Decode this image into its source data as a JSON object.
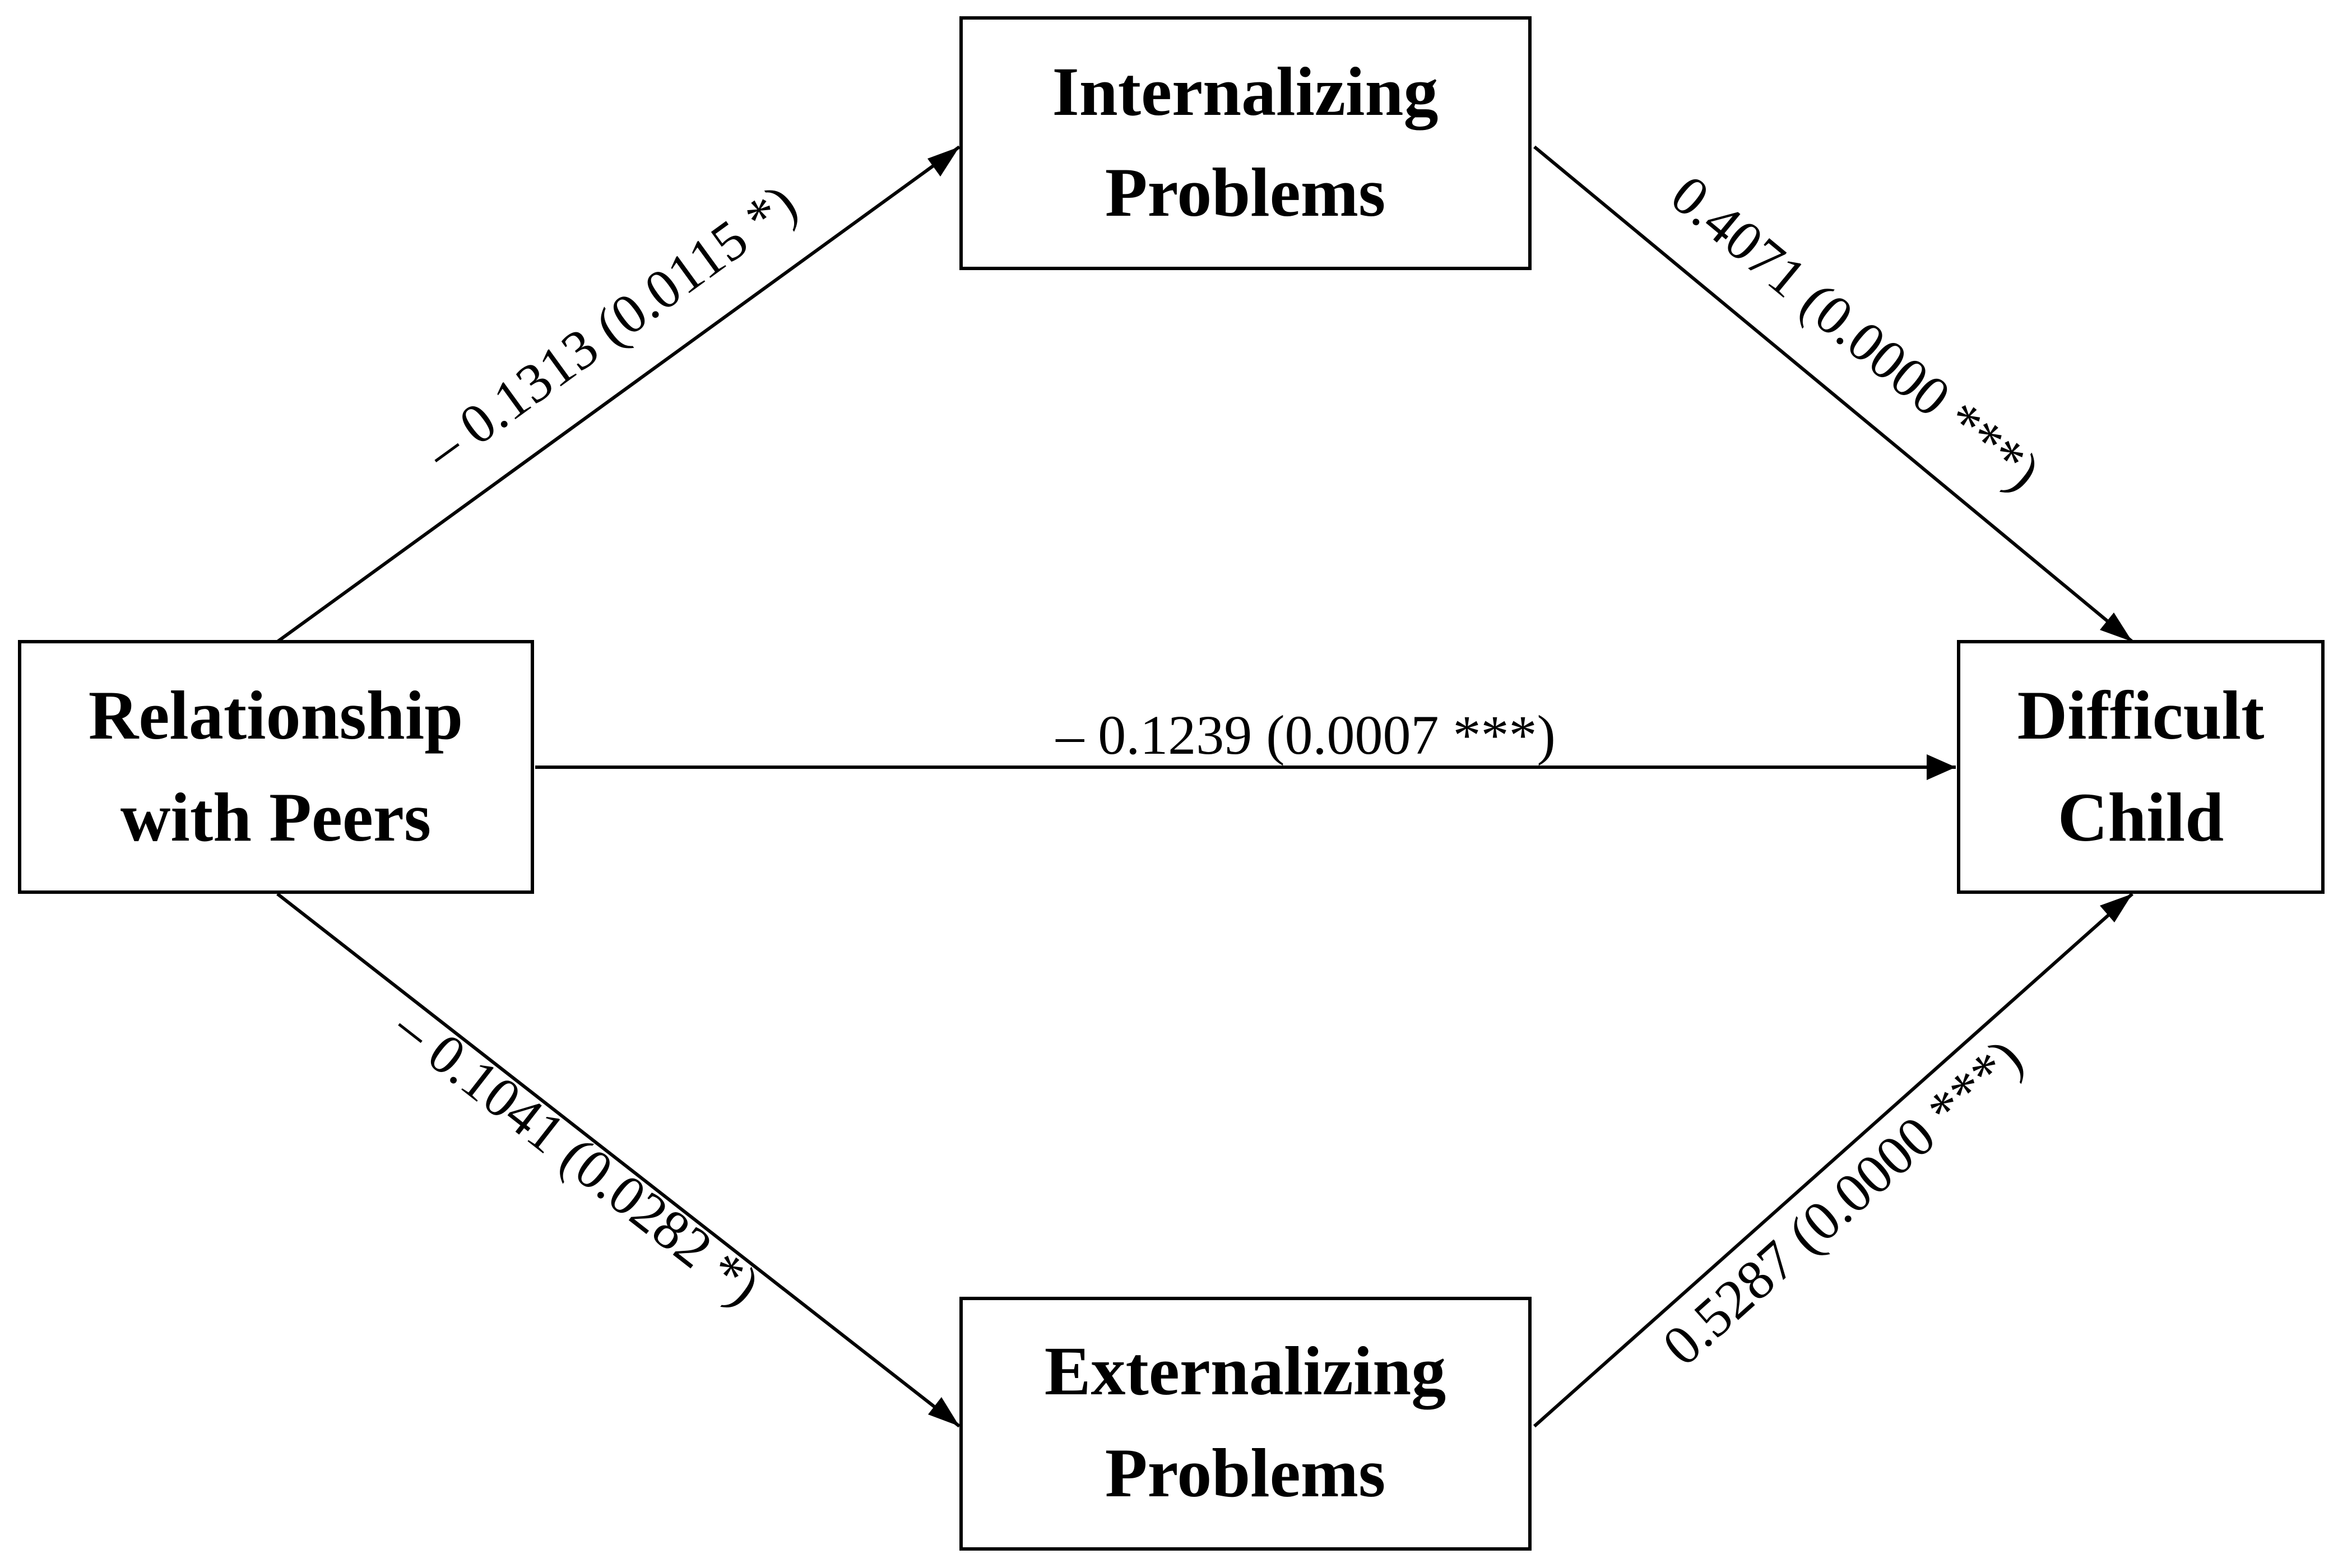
{
  "nodes": {
    "internalizing": {
      "line1": "Internalizing",
      "line2": "Problems"
    },
    "externalizing": {
      "line1": "Externalizing",
      "line2": "Problems"
    },
    "peers": {
      "line1": "Relationship",
      "line2": "with Peers"
    },
    "difficult": {
      "line1": "Difficult",
      "line2": "Child"
    }
  },
  "edges": {
    "peers_to_internalizing": "– 0.1313 (0.0115 *)",
    "internalizing_to_difficult": "0.4071 (0.0000 ***)",
    "peers_to_difficult": "– 0.1239 (0.0007 ***)",
    "peers_to_externalizing": "– 0.1041 (0.0282 *)",
    "externalizing_to_difficult": "0.5287 (0.0000 ***)"
  }
}
